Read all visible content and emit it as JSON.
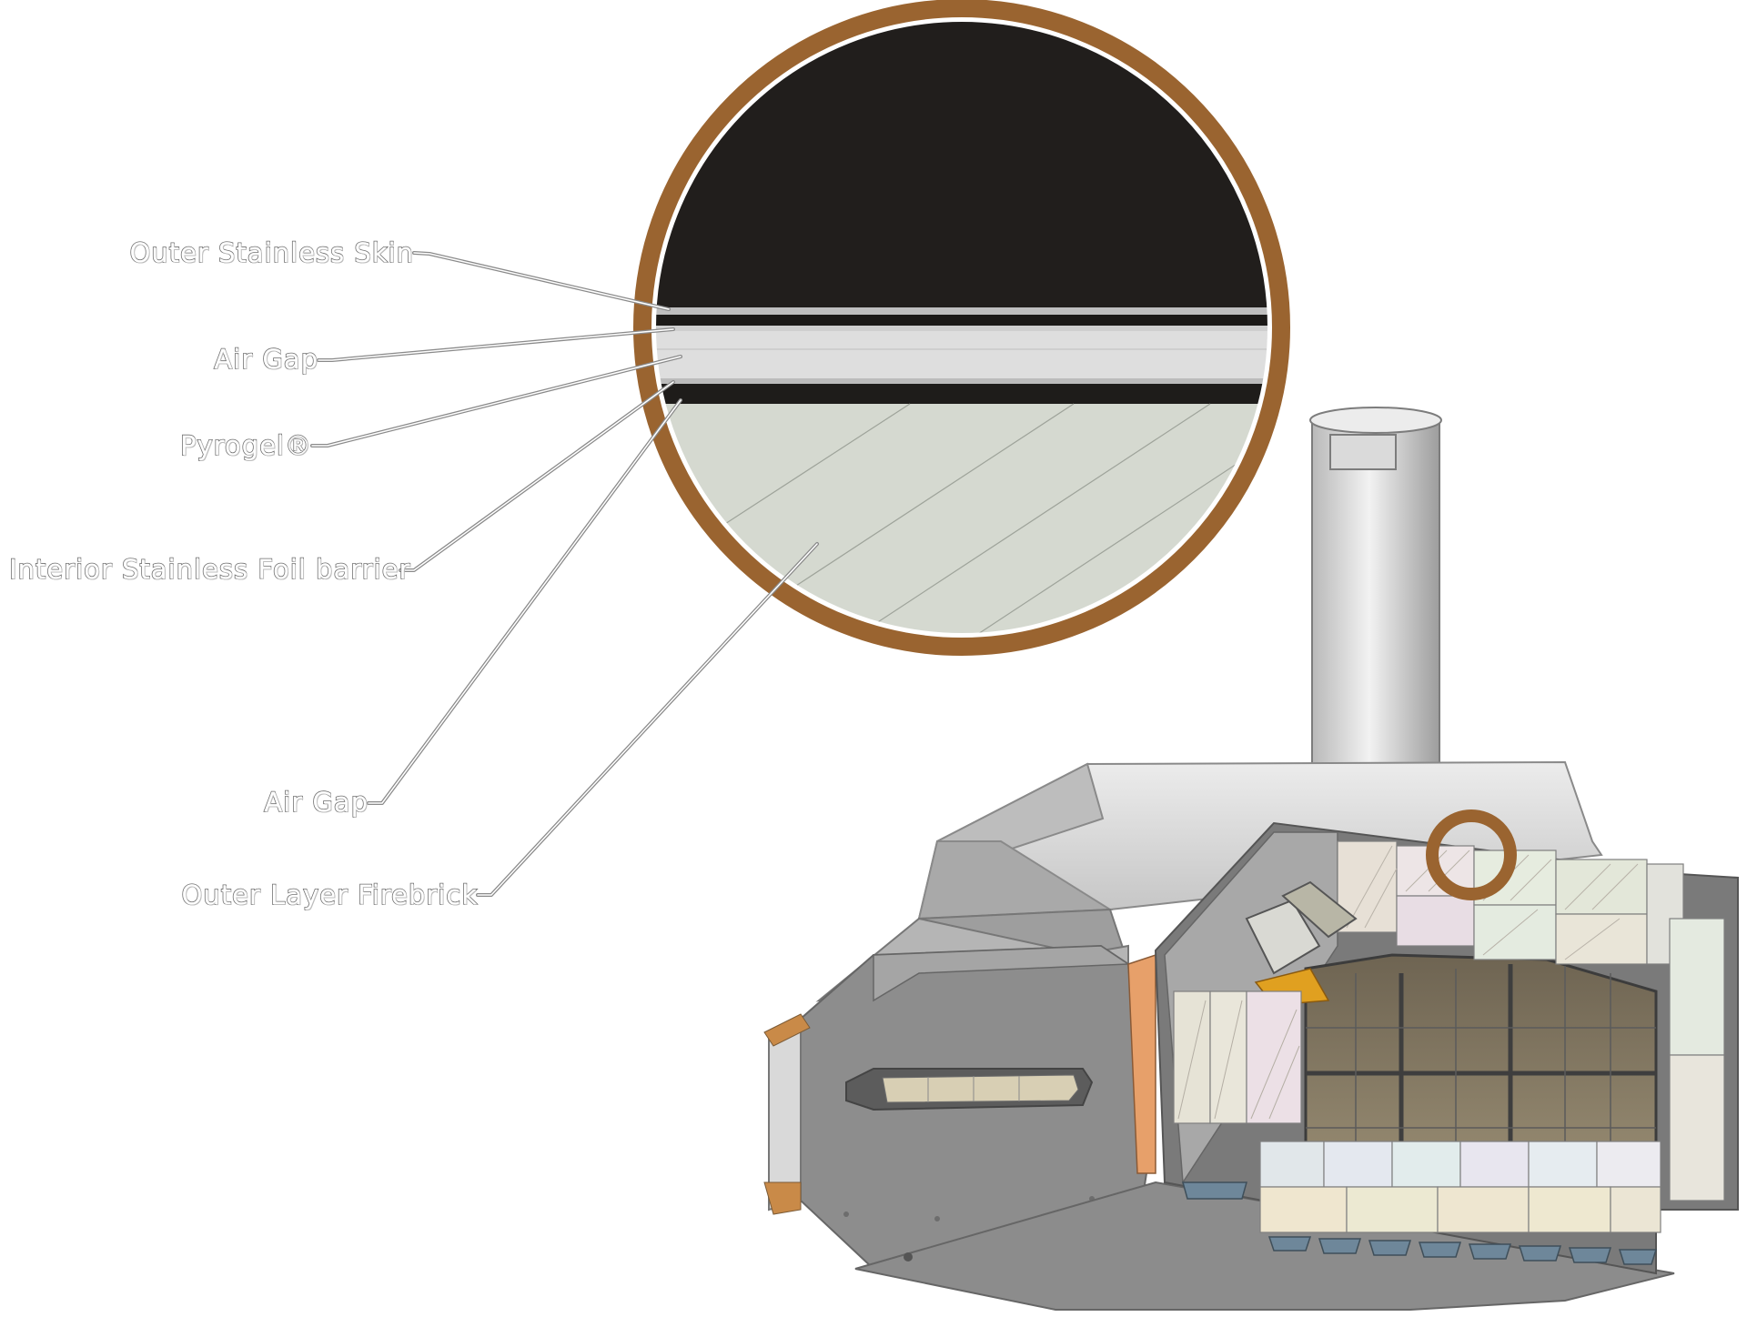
{
  "diagram": {
    "labels": {
      "outer_stainless_skin": "Outer Stainless Skin",
      "air_gap_upper": "Air Gap",
      "pyrogel": "Pyrogel®",
      "interior_foil_barrier": "Interior Stainless Foil barrier",
      "air_gap_lower": "Air Gap",
      "outer_layer_firebrick": "Outer Layer Firebrick"
    },
    "colors": {
      "zoom_ring": "#9a6430",
      "outer_skin_dark": "#211e1c",
      "stainless_band": "#c6c6c6",
      "pyrogel_band": "#dcdcdc",
      "firebrick": "#d5d9d0",
      "steel_light": "#d8d8d8",
      "steel_mid": "#a8a8a8",
      "steel_dark": "#707070",
      "chamber_interior": "#8a806a",
      "fire_accent": "#e0a020"
    }
  }
}
